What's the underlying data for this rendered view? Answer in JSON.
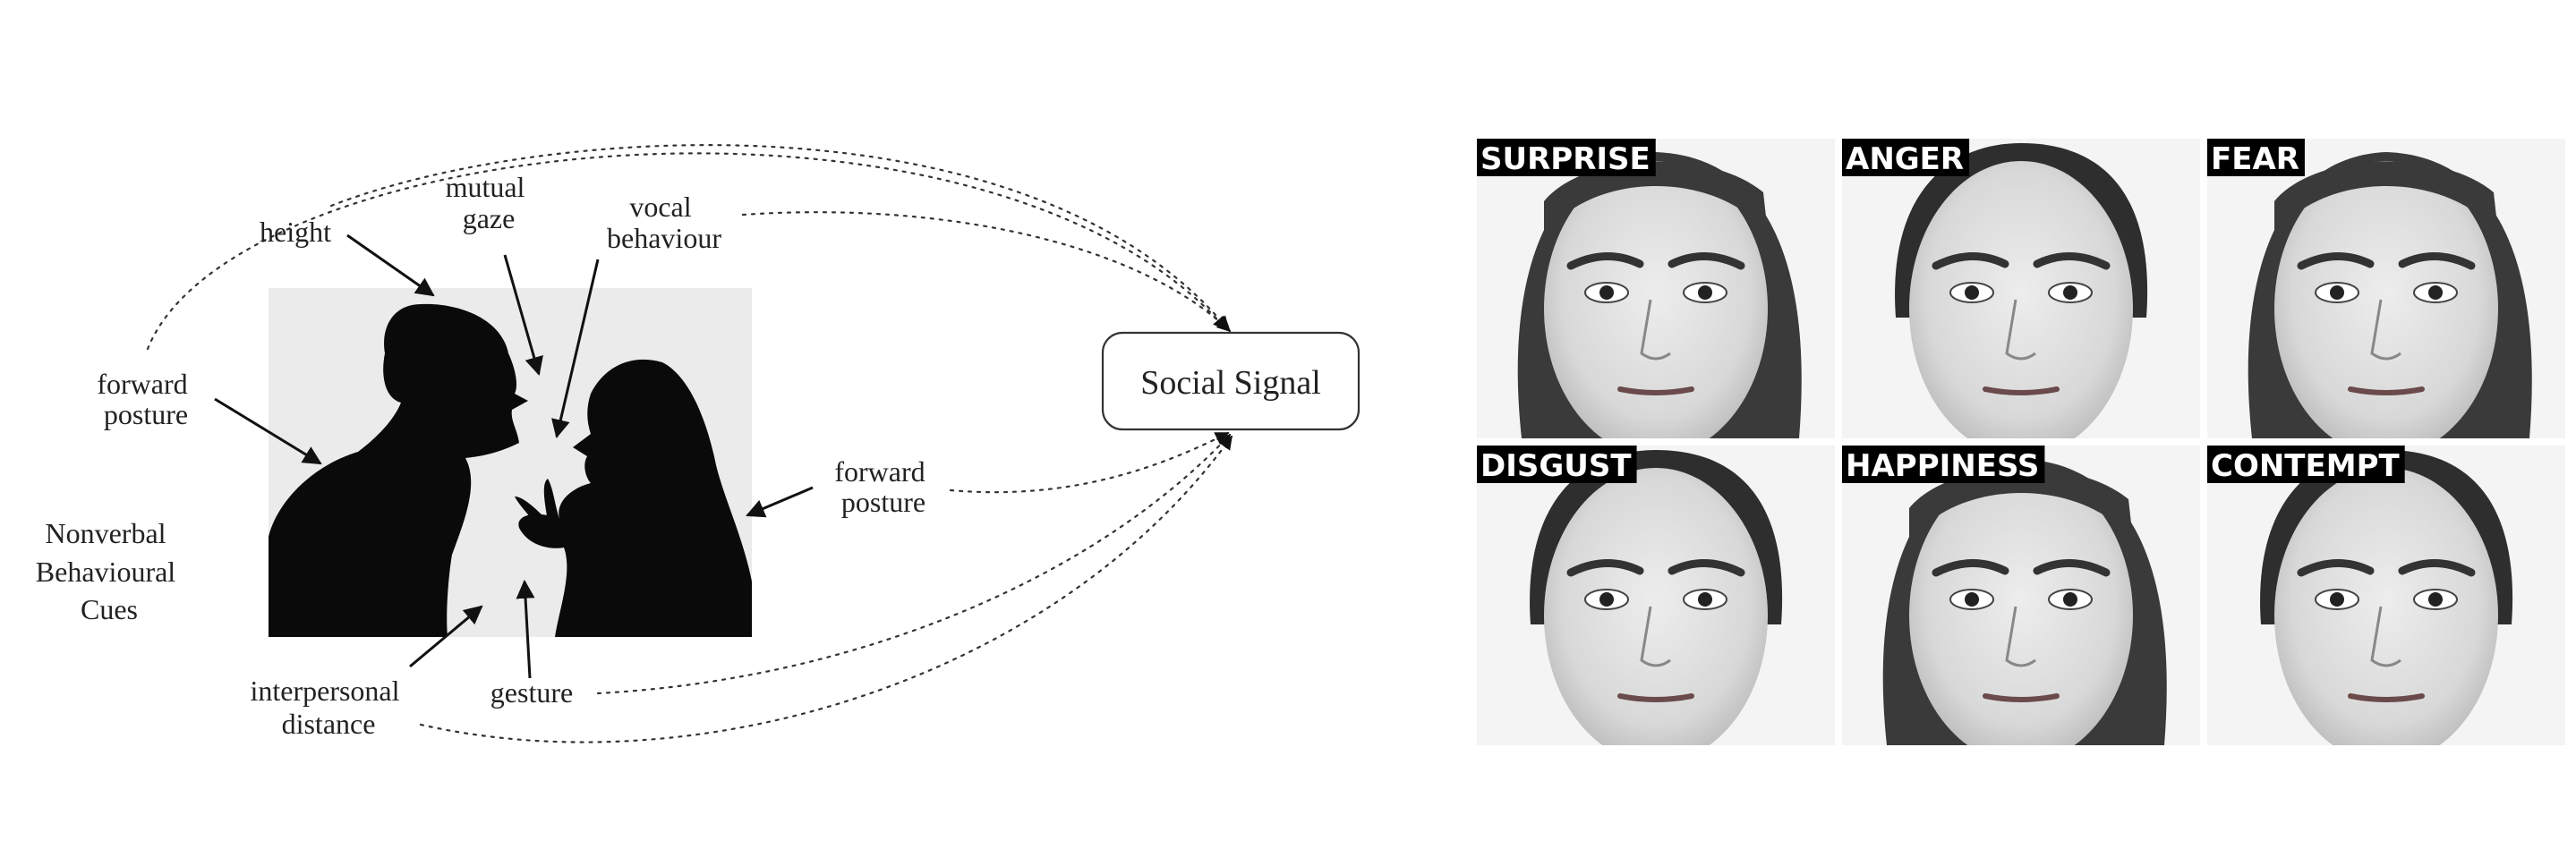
{
  "diagram": {
    "cues": {
      "height": "height",
      "mutual_gaze": [
        "mutual",
        "gaze"
      ],
      "vocal_behaviour": [
        "vocal",
        "behaviour"
      ],
      "forward_posture_left": [
        "forward",
        "posture"
      ],
      "forward_posture_right": [
        "forward",
        "posture"
      ],
      "nonverbal": [
        "Nonverbal",
        "Behavioural",
        "Cues"
      ],
      "interpersonal_distance": [
        "interpersonal",
        "distance"
      ],
      "gesture": "gesture"
    },
    "social_signal": "Social Signal"
  },
  "faces": [
    {
      "label": "SURPRISE"
    },
    {
      "label": "ANGER"
    },
    {
      "label": "FEAR"
    },
    {
      "label": "DISGUST"
    },
    {
      "label": "HAPPINESS"
    },
    {
      "label": "CONTEMPT"
    }
  ]
}
